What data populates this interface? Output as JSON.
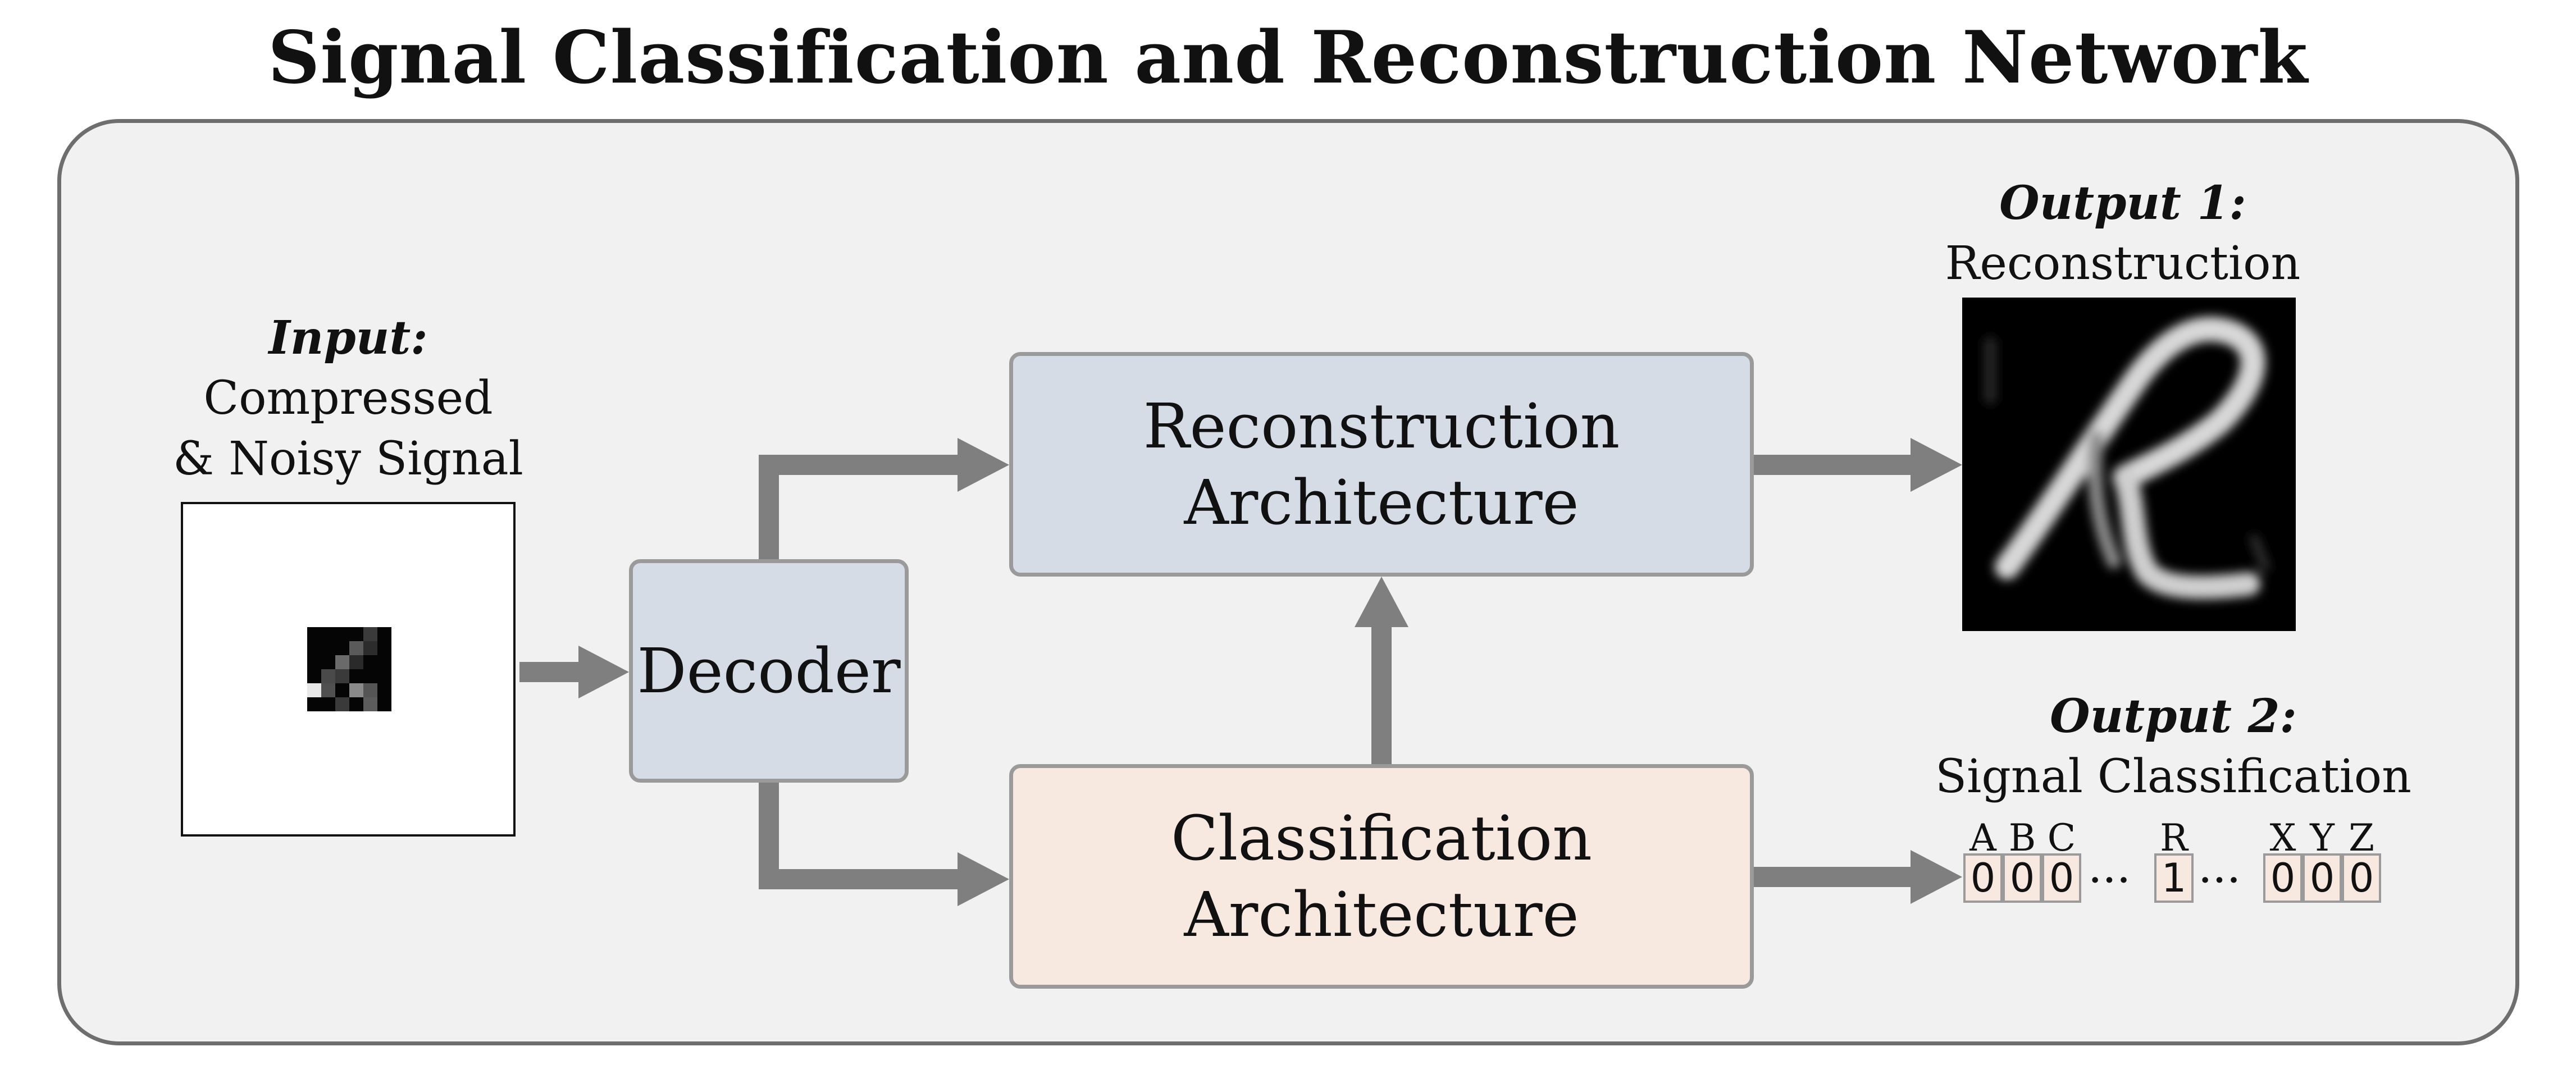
{
  "title": "Signal Classification and Reconstruction Network",
  "input": {
    "heading": "Input:",
    "line1": "Compressed",
    "line2": "& Noisy Signal"
  },
  "decoder": {
    "label": "Decoder"
  },
  "reconstruction": {
    "line1": "Reconstruction",
    "line2": "Architecture"
  },
  "classification": {
    "line1": "Classification",
    "line2": "Architecture"
  },
  "output1": {
    "heading": "Output 1:",
    "subtitle": "Reconstruction"
  },
  "output2": {
    "heading": "Output 2:",
    "subtitle": "Signal Classification",
    "groups": [
      {
        "letters": [
          "A",
          "B",
          "C"
        ],
        "values": [
          "0",
          "0",
          "0"
        ]
      },
      {
        "letters": [
          "R"
        ],
        "values": [
          "1"
        ]
      },
      {
        "letters": [
          "X",
          "Y",
          "Z"
        ],
        "values": [
          "0",
          "0",
          "0"
        ]
      }
    ],
    "ellipsis": "···"
  },
  "colors": {
    "panel_bg": "#f1f1f1",
    "box_blue": "#d5dce6",
    "box_peach": "#f7e8e0",
    "arrow": "#7f7f7f"
  }
}
